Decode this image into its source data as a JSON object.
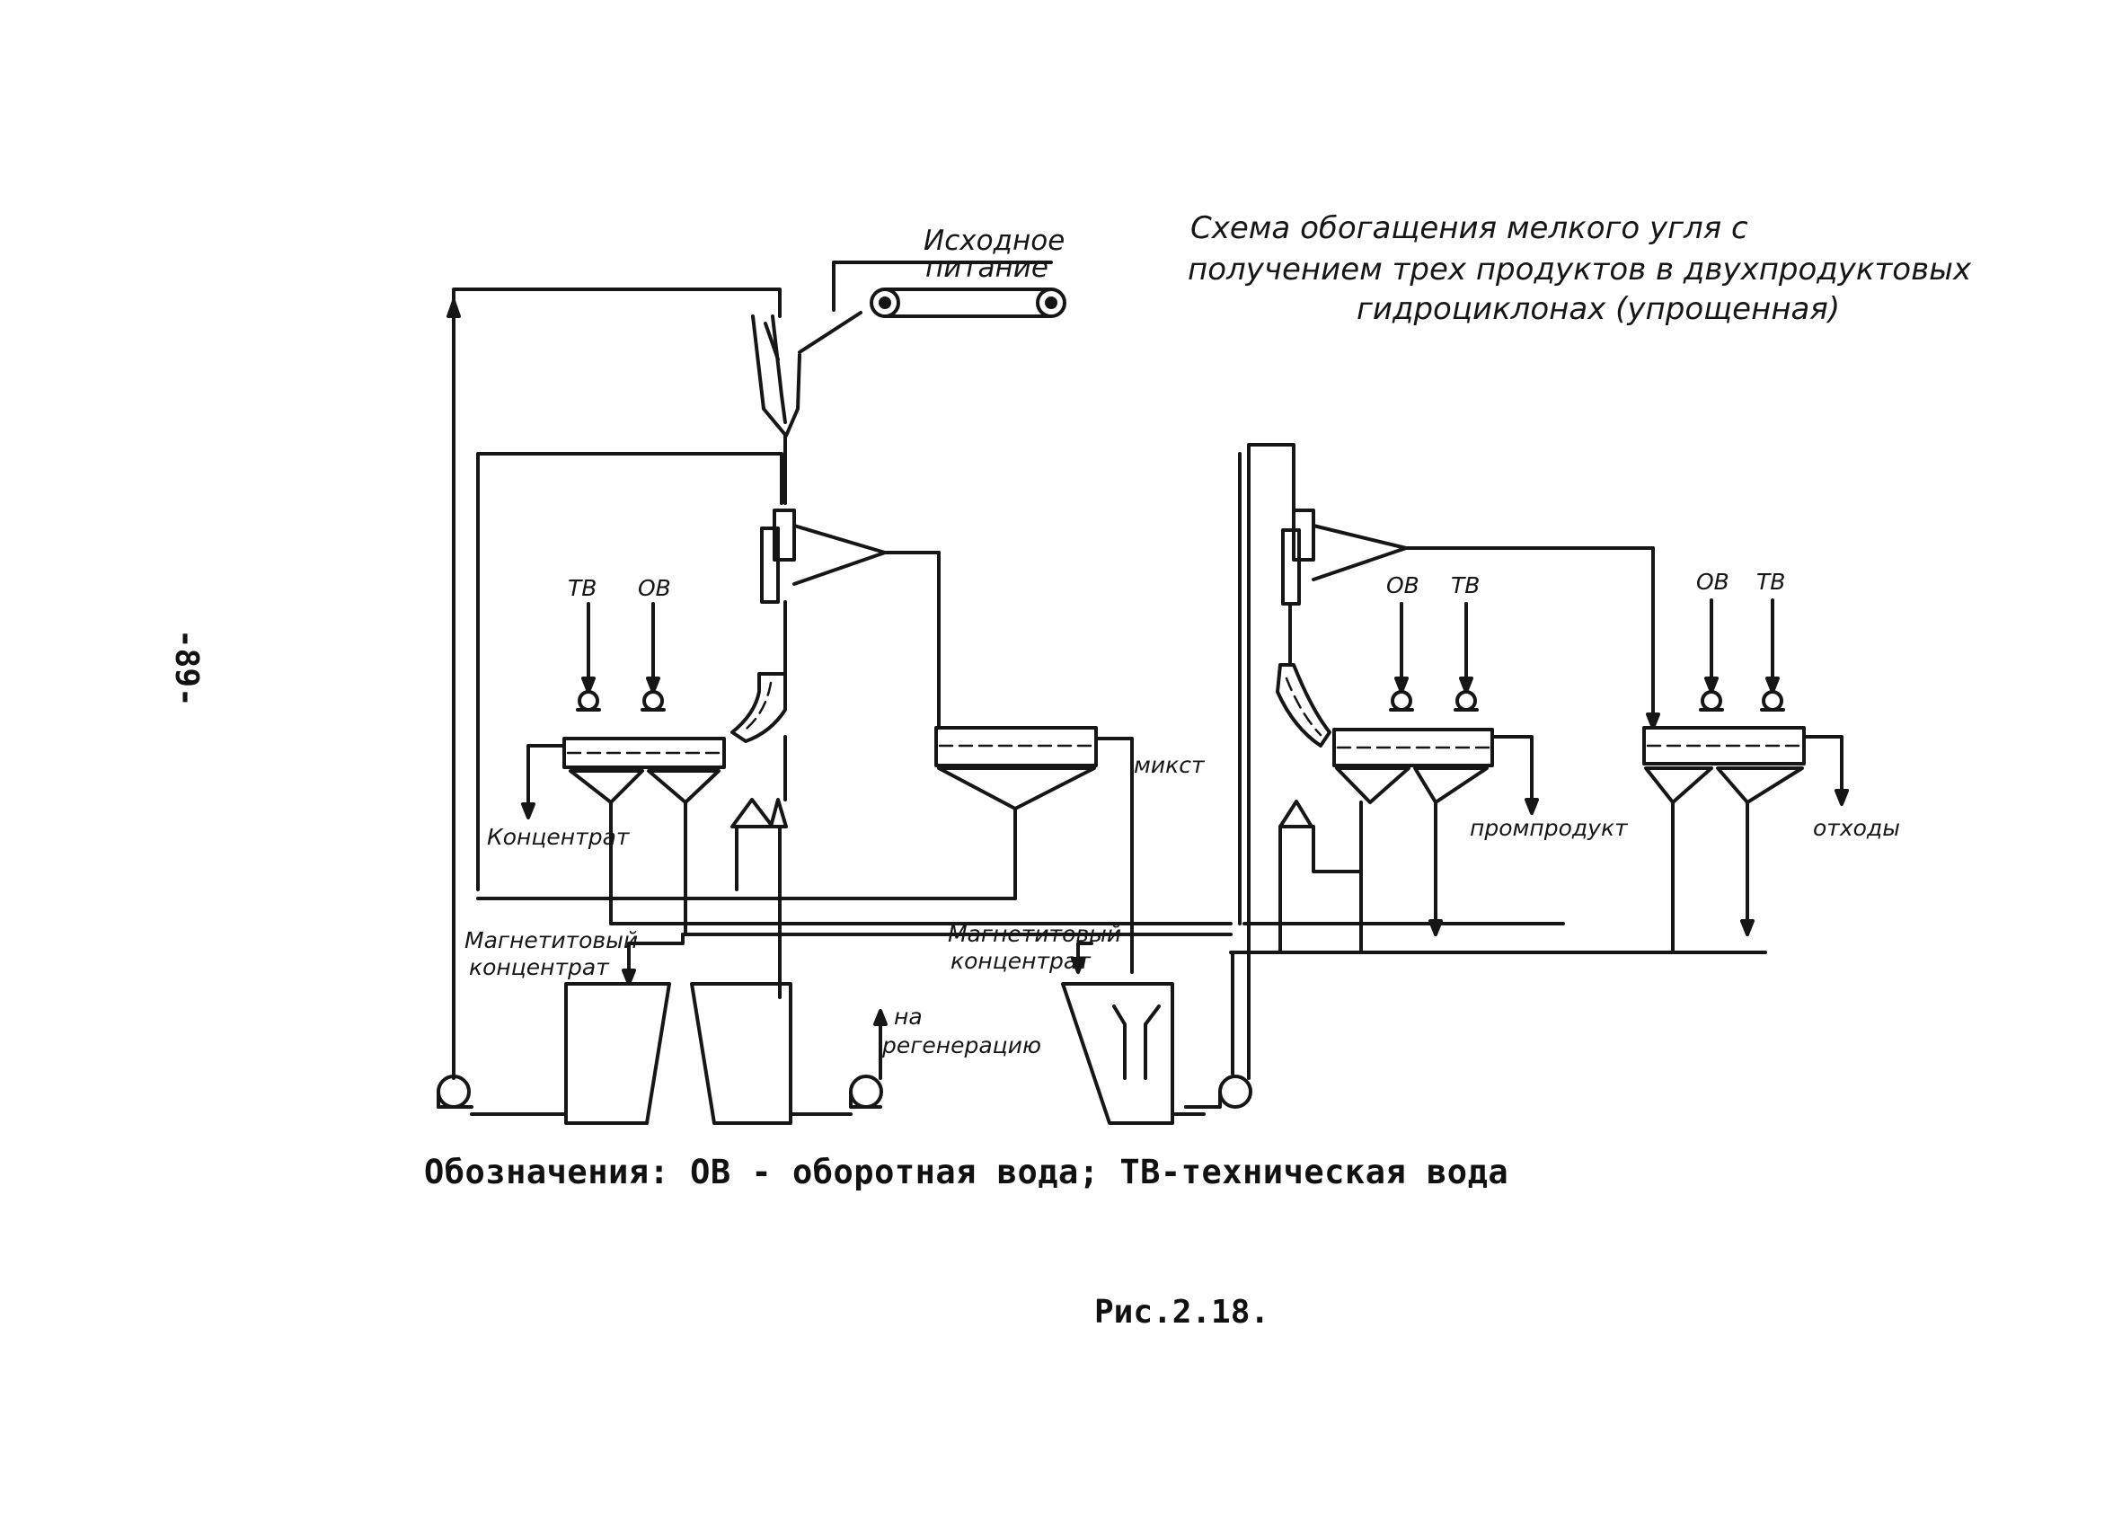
{
  "page_number": "-89-",
  "title_lines": [
    "Схема обогащения мелкого угля с",
    "получением трех продуктов в двухпродуктовых",
    "гидроциклонах (упрощенная)"
  ],
  "labels": {
    "feed": [
      "Исходное",
      "питание"
    ],
    "tv": "ТВ",
    "ov": "ОВ",
    "concentrate": "Концентрат",
    "mixt": "микст",
    "magnetite_conc_left": [
      "Магнетитовый",
      "концентрат"
    ],
    "magnetite_conc_mid": [
      "Магнетитовый",
      "концентрат"
    ],
    "to_regeneration": [
      "на",
      "регенерацию"
    ],
    "middlings": "промпродукт",
    "tailings": "отходы"
  },
  "legend": "Обозначения: ОВ - оборотная вода; ТВ-техническая вода",
  "figure_caption": "Рис.2.18."
}
